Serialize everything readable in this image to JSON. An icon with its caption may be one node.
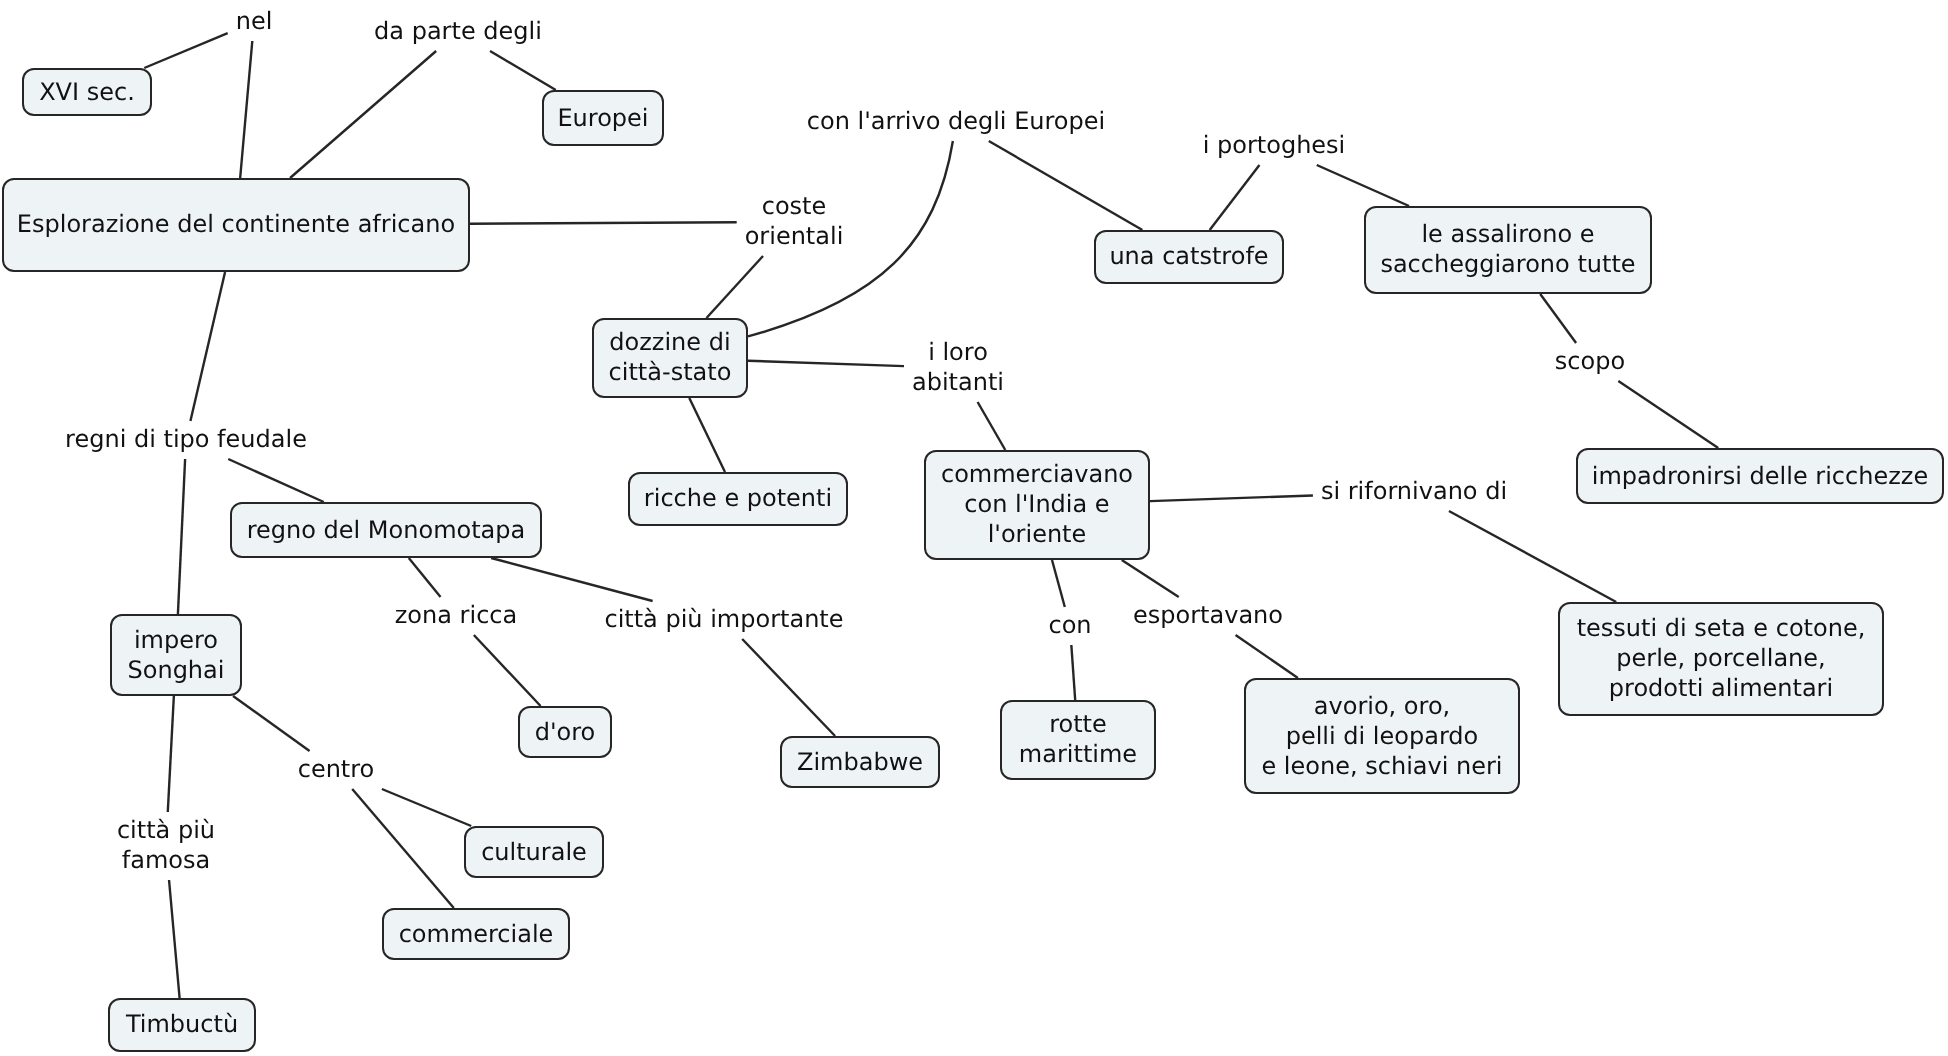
{
  "diagram": {
    "nodes": [
      {
        "text": [
          "nel"
        ]
      },
      {
        "text": [
          "da parte degli"
        ]
      },
      {
        "text": [
          "XVI sec."
        ]
      },
      {
        "text": [
          "Europei"
        ]
      },
      {
        "text": [
          "con l'arrivo degli Europei"
        ]
      },
      {
        "text": [
          "i portoghesi"
        ]
      },
      {
        "text": [
          "Esplorazione del continente africano"
        ]
      },
      {
        "text": [
          "coste orientali"
        ]
      },
      {
        "text": [
          "una catstrofe"
        ]
      },
      {
        "text": [
          "le assalirono e saccheggiarono tutte"
        ]
      },
      {
        "text": [
          "dozzine di città-stato"
        ]
      },
      {
        "text": [
          "i loro abitanti"
        ]
      },
      {
        "text": [
          "scopo"
        ]
      },
      {
        "text": [
          "regni di tipo feudale"
        ]
      },
      {
        "text": [
          "commerciavano con l'India e l'oriente"
        ]
      },
      {
        "text": [
          "ricche e potenti"
        ]
      },
      {
        "text": [
          "impadronirsi delle ricchezze"
        ]
      },
      {
        "text": [
          "si rifornivano di"
        ]
      },
      {
        "text": [
          "regno del Monomotapa"
        ]
      },
      {
        "text": [
          "tessuti di seta e cotone, perle, porcellane, prodotti alimentari"
        ]
      },
      {
        "text": [
          "zona ricca"
        ]
      },
      {
        "text": [
          "città più importante"
        ]
      },
      {
        "text": [
          "esportavano"
        ]
      },
      {
        "text": [
          "con"
        ]
      },
      {
        "text": [
          "impero Songhai"
        ]
      },
      {
        "text": [
          "d'oro"
        ]
      },
      {
        "text": [
          "avorio, oro, pelli di leopardo e leone, schiavi neri"
        ]
      },
      {
        "text": [
          "rotte marittime"
        ]
      },
      {
        "text": [
          "Zimbabwe"
        ]
      },
      {
        "text": [
          "centro"
        ]
      },
      {
        "text": [
          "città più famosa"
        ]
      },
      {
        "text": [
          "culturale"
        ]
      },
      {
        "text": [
          "commerciale"
        ]
      },
      {
        "text": [
          "Timbuctù"
        ]
      }
    ],
    "edges": [
      {
        "from": 6,
        "to": 0,
        "arrow": "none"
      },
      {
        "from": 0,
        "to": 2,
        "arrow": "none"
      },
      {
        "from": 6,
        "to": 1,
        "arrow": "none"
      },
      {
        "from": 1,
        "to": 3,
        "arrow": "none"
      },
      {
        "from": 6,
        "to": 7,
        "arrow": "none"
      },
      {
        "from": 7,
        "to": 10,
        "arrow": "none"
      },
      {
        "from": 10,
        "to": 4,
        "arrow": "none"
      },
      {
        "from": 4,
        "to": 8,
        "arrow": "none"
      },
      {
        "from": 8,
        "to": 5,
        "arrow": "none"
      },
      {
        "from": 5,
        "to": 9,
        "arrow": "none"
      },
      {
        "from": 9,
        "to": 12,
        "arrow": "none"
      },
      {
        "from": 12,
        "to": 16,
        "arrow": "none"
      },
      {
        "from": 10,
        "to": 11,
        "arrow": "none"
      },
      {
        "from": 11,
        "to": 14,
        "arrow": "none"
      },
      {
        "from": 14,
        "to": 17,
        "arrow": "none"
      },
      {
        "from": 17,
        "to": 19,
        "arrow": "none"
      },
      {
        "from": 14,
        "to": 23,
        "arrow": "none"
      },
      {
        "from": 23,
        "to": 27,
        "arrow": "none"
      },
      {
        "from": 14,
        "to": 22,
        "arrow": "none"
      },
      {
        "from": 22,
        "to": 26,
        "arrow": "none"
      },
      {
        "from": 10,
        "to": 15,
        "arrow": "none"
      },
      {
        "from": 6,
        "to": 13,
        "arrow": "none"
      },
      {
        "from": 13,
        "to": 18,
        "arrow": "none"
      },
      {
        "from": 13,
        "to": 24,
        "arrow": "none"
      },
      {
        "from": 18,
        "to": 20,
        "arrow": "none"
      },
      {
        "from": 20,
        "to": 25,
        "arrow": "none"
      },
      {
        "from": 18,
        "to": 21,
        "arrow": "none"
      },
      {
        "from": 21,
        "to": 28,
        "arrow": "none"
      },
      {
        "from": 24,
        "to": 29,
        "arrow": "none"
      },
      {
        "from": 29,
        "to": 31,
        "arrow": "none"
      },
      {
        "from": 29,
        "to": 32,
        "arrow": "none"
      },
      {
        "from": 24,
        "to": 30,
        "arrow": "none"
      },
      {
        "from": 30,
        "to": 33,
        "arrow": "none"
      }
    ]
  }
}
